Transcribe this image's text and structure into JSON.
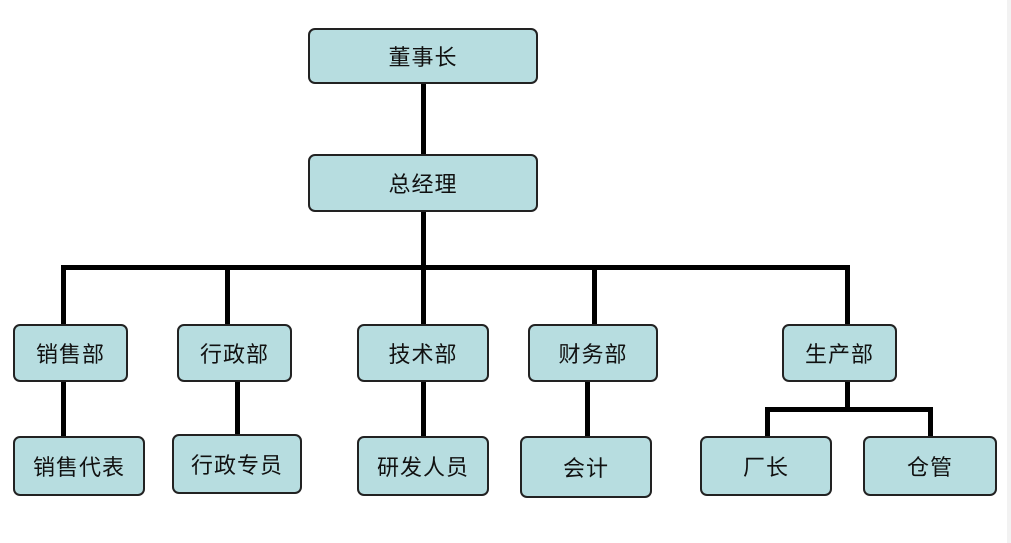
{
  "colors": {
    "node_fill": "#b7dde0",
    "node_border": "#222222",
    "connector": "#000000"
  },
  "org": {
    "chairman": "董事长",
    "general_manager": "总经理",
    "departments": [
      {
        "label": "销售部",
        "children": [
          "销售代表"
        ]
      },
      {
        "label": "行政部",
        "children": [
          "行政专员"
        ]
      },
      {
        "label": "技术部",
        "children": [
          "研发人员"
        ]
      },
      {
        "label": "财务部",
        "children": [
          "会计"
        ]
      },
      {
        "label": "生产部",
        "children": [
          "厂长",
          "仓管"
        ]
      }
    ]
  }
}
